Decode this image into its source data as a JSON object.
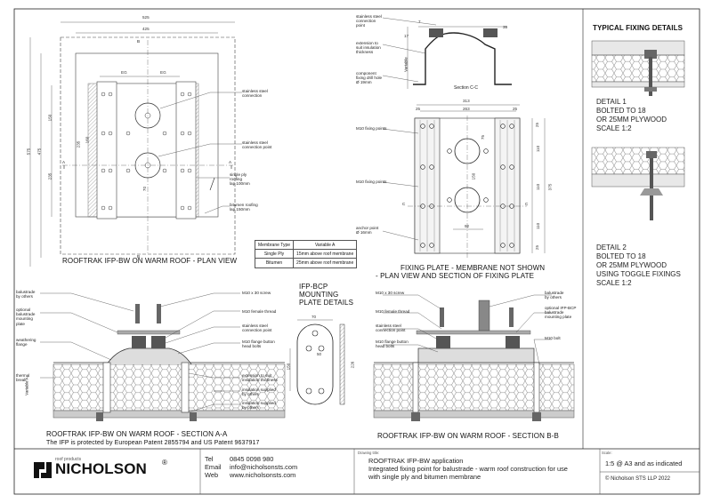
{
  "plan_view": {
    "title": "ROOFTRAK IFP-BW ON WARM ROOF - PLAN VIEW",
    "dims": {
      "outer_width": "525",
      "inner_width": "425",
      "eg1": "EG",
      "eg2": "EG",
      "h_outer": "575",
      "h_inner": "475",
      "h_a": "150",
      "h_b": "235",
      "h_c": "235",
      "h_d": "160",
      "s1": "70"
    },
    "section_marks": {
      "b_top": "B",
      "b_bottom": "B",
      "a_left": "A",
      "a_right": "A"
    },
    "labels": {
      "ss_connection": "stainless steel\nconnection",
      "ss_connection_point": "stainless steel\nconnection point",
      "single_ply": "single ply\nroofing\nlap 100mm",
      "bitumen": "bitumen roofing\nlap 150mm"
    }
  },
  "membrane_table": {
    "headers": [
      "Membrane Type",
      "Variable A"
    ],
    "rows": [
      [
        "Single Ply",
        "15mm above roof membrane"
      ],
      [
        "Bitumen",
        "25mm above roof membrane"
      ]
    ]
  },
  "section_cc": {
    "title": "Section C-C",
    "labels": {
      "ss_point": "stainless steel\nconnection\npoint",
      "extension": "extension to\nsuit insulation\nthickness",
      "component_hole": "component\nfixing drill hole\nØ 19mm",
      "variable": "Variable"
    },
    "dims": {
      "a": "7",
      "b": "35",
      "c": "17"
    }
  },
  "fixing_plate": {
    "title_line1": "FIXING PLATE - MEMBRANE NOT SHOWN",
    "title_line2": "- PLAN VIEW AND SECTION OF FIXING PLATE",
    "labels": {
      "m10_points_1": "M10 fixing points",
      "m10_points_2": "M10 fixing points",
      "anchor": "anchor point\nØ 16mm"
    },
    "dims": {
      "w1": "313",
      "w2": "263",
      "e1": "25",
      "e2": "25",
      "h1": "25",
      "h2": "110",
      "h3": "110",
      "h4": "110",
      "h5": "25",
      "h_total": "375",
      "r": "75",
      "c": "150",
      "d": "92"
    },
    "marks": {
      "c_left": "C",
      "c_right": "C"
    }
  },
  "typical": {
    "heading": "TYPICAL FIXING DETAILS",
    "detail1": [
      "DETAIL 1",
      "BOLTED TO 18",
      "OR 25MM PLYWOOD",
      "SCALE 1:2"
    ],
    "detail2": [
      "DETAIL 2",
      "BOLTED TO 18",
      "OR 25MM PLYWOOD",
      "USING TOGGLE FIXINGS",
      "SCALE 1:2"
    ]
  },
  "section_aa": {
    "title": "ROOFTRAK IFP-BW ON WARM ROOF - SECTION A-A",
    "labels": {
      "balustrade": "balustrade\nby others",
      "optional": "optional\nbalustrade\nmounting\nplate",
      "weathering": "weathering\nflange",
      "thermal": "thermal\nbreak",
      "m10_screw": "M10 x 30 screw",
      "m10_female": "M10 female thread",
      "ss_point": "stainless steel\nconnection point",
      "m10_flange": "M10 flange button\nhead bolts",
      "extension": "extension to suit\ninsulation thickness",
      "insul1": "insulation supplied\nby others",
      "insul2": "insulation supplied\nby others",
      "variable_a": "Variable A"
    }
  },
  "ifp_bcp": {
    "title": [
      "IFP-BCP",
      "MOUNTING",
      "PLATE DETAILS"
    ],
    "dims": {
      "w": "70",
      "h": "150",
      "s": "50",
      "t": "226"
    }
  },
  "section_bb": {
    "title": "ROOFTRAK IFP-BW ON WARM ROOF - SECTION B-B",
    "labels": {
      "m10_screw": "M10 x 30 screw",
      "m10_female": "M10 female thread",
      "ss_point": "stainless steel\nconnection point",
      "m10_flange": "M10 flange button\nhead bolts",
      "balustrade": "balustrade\nby others",
      "optional": "optional IFP-BCP\nbalustrade\nmounting plate",
      "m10_bolt": "M10 bolt"
    }
  },
  "patent": "The IFP is protected by European Patent 2855794 and US Patent 9637917",
  "title_block": {
    "logo_small": "roof products",
    "logo_main": "NICHOLSON",
    "logo_reg": "®",
    "tel_label": "Tel",
    "tel": "0845 0098 980",
    "email_label": "Email",
    "email": "info@nicholsonsts.com",
    "web_label": "Web",
    "web": "www.nicholsonsts.com",
    "drawing_title_label": "Drawing title:",
    "drawing_title": "ROOFTRAK IFP-BW application",
    "desc_line1": "Integrated fixing point for balustrade - warm roof construction for use",
    "desc_line2": "with single ply and bitumen membrane",
    "scale_label": "Scale:",
    "scale": "1:5 @ A3 and as indicated",
    "copyright": "©  Nicholson STS LLP 2022"
  }
}
